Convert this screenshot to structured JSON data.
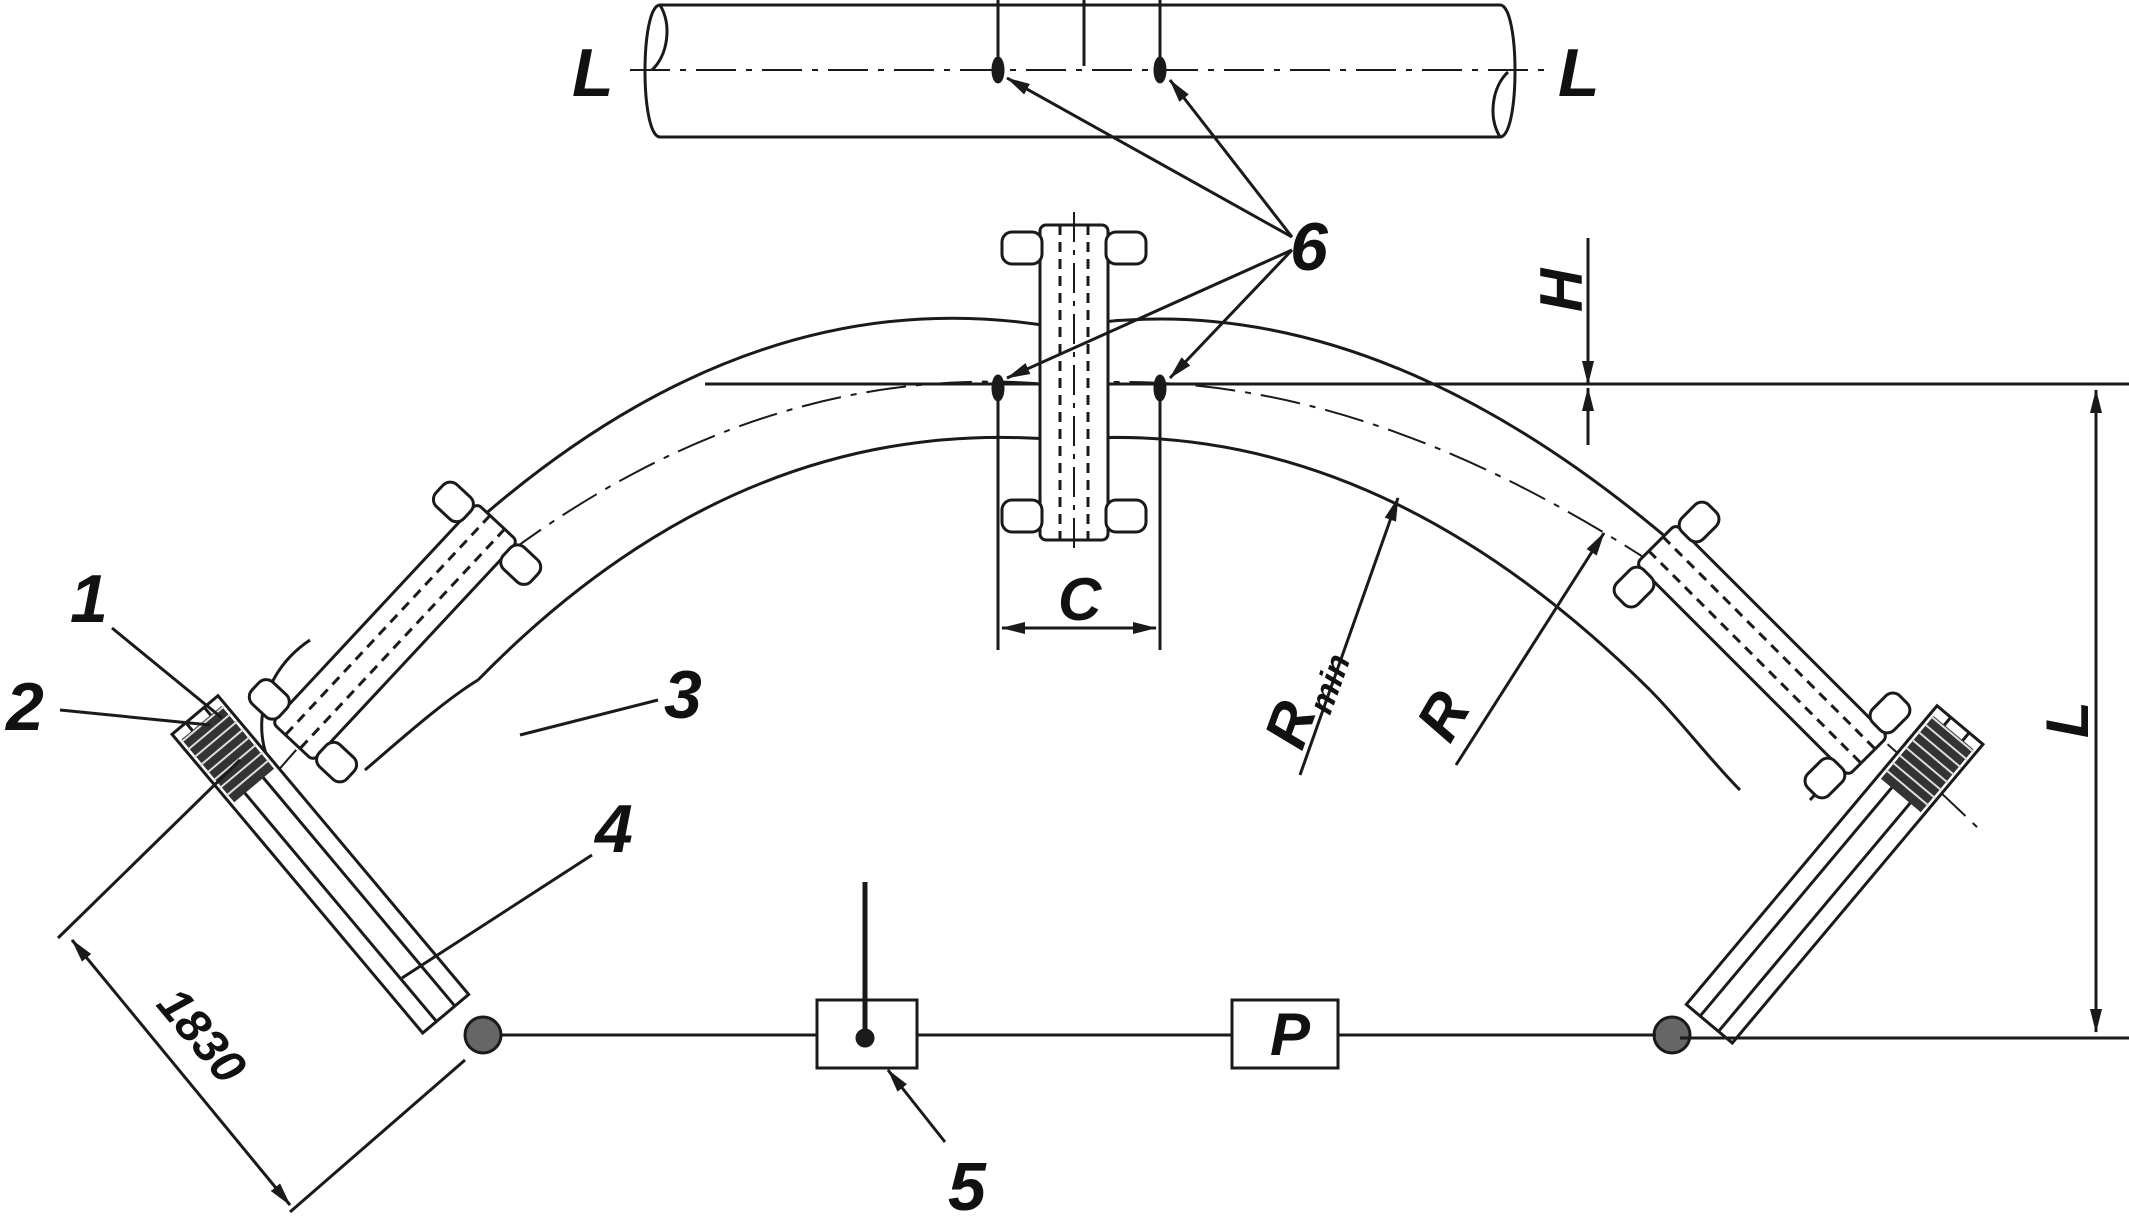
{
  "labels": {
    "l1": "1",
    "l2": "2",
    "l3": "3",
    "l4": "4",
    "l5": "5",
    "l6": "6",
    "axis_left": "L",
    "axis_right": "L",
    "dim_h": "H",
    "dim_c": "C",
    "dim_l": "L",
    "dim_1830": "1830",
    "r_min": "R",
    "r_min_sub": "min",
    "r": "R",
    "box_p": "P"
  },
  "colors": {
    "stroke": "#1a1a1a",
    "fill": "#ffffff",
    "text": "#111111"
  }
}
